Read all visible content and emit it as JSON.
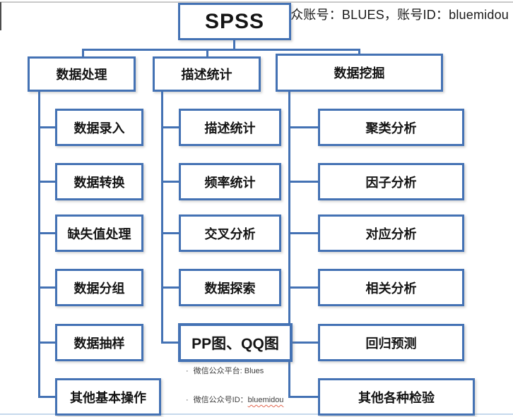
{
  "header_note": "众账号：BLUES，账号ID：bluemidou",
  "colors": {
    "accent": "#4472b4",
    "top_rule": "#c9c9c9",
    "bottom_rule": "#c5d9ec",
    "spell_underline": "#e2654f"
  },
  "diagram": {
    "root": "SPSS",
    "branches": [
      {
        "title": "数据处理",
        "items": [
          "数据录入",
          "数据转换",
          "缺失值处理",
          "数据分组",
          "数据抽样",
          "其他基本操作"
        ]
      },
      {
        "title": "描述统计",
        "items": [
          "描述统计",
          "频率统计",
          "交叉分析",
          "数据探索",
          "PP图、QQ图"
        ]
      },
      {
        "title": "数据挖掘",
        "items": [
          "聚类分析",
          "因子分析",
          "对应分析",
          "相关分析",
          "回归预测",
          "其他各种检验"
        ]
      }
    ]
  },
  "notes": {
    "bullet": "·",
    "line1": "微信公众平台: Blues",
    "line2_prefix": "微信公众号ID：",
    "line2_word": "bluemidou"
  }
}
